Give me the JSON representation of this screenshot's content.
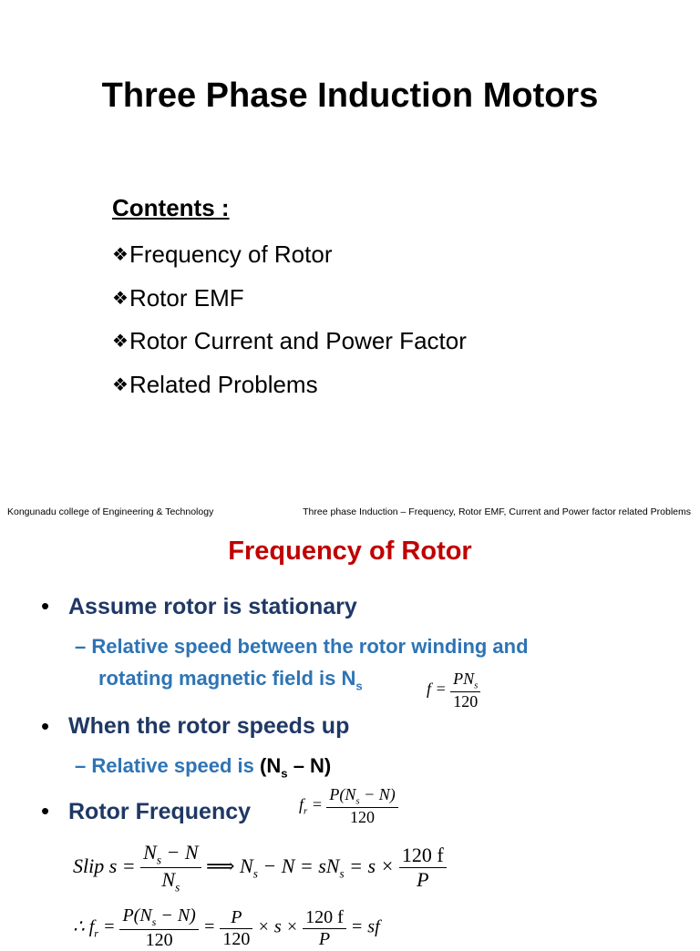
{
  "slide1": {
    "title": "Three Phase Induction Motors",
    "contents_heading": "Contents :",
    "items": [
      "Frequency of Rotor",
      "Rotor EMF",
      "Rotor Current and Power Factor",
      "Related Problems"
    ]
  },
  "footer": {
    "left": "Kongunadu college of Engineering & Technology",
    "right": "Three phase Induction – Frequency, Rotor EMF, Current and Power factor related Problems"
  },
  "slide2": {
    "title": "Frequency of Rotor",
    "bullet1": "Assume rotor is stationary",
    "sub1_line1": "Relative speed between the rotor winding and",
    "sub1_line2": "rotating magnetic field is N",
    "sub1_sub": "s",
    "bullet2": "When the rotor speeds up",
    "sub2_prefix": "Relative speed is ",
    "sub2_paren": "(N",
    "sub2_sub": "s",
    "sub2_end": " – N)",
    "bullet3": "Rotor Frequency"
  },
  "equations": {
    "f_lhs": "f =",
    "f_num": "PN",
    "f_num_sub": "s",
    "f_den": "120",
    "fr_lhs": "f",
    "fr_lhs_sub": "r",
    "fr_eq": "=",
    "fr_num": "P(N",
    "fr_num_sub": "s",
    "fr_num_end": " − N)",
    "fr_den": "120",
    "slip_lhs": "Slip s =",
    "slip_num": "N",
    "slip_num_sub": "s",
    "slip_num_end": " − N",
    "slip_den": "N",
    "slip_den_sub": "s",
    "slip_mid": " ⟹ N",
    "slip_mid_sub": "s",
    "slip_mid_end": " − N = sN",
    "slip_mid_sub2": "s",
    "slip_mid_end2": " = s ×",
    "slip_rhs_num": "120 f",
    "slip_rhs_den": "P",
    "last_lhs": "∴ f",
    "last_lhs_sub": "r",
    "last_eq": "=",
    "last_num1": "P(N",
    "last_num1_sub": "s",
    "last_num1_end": " − N)",
    "last_den1": "120",
    "last_eq2": "=",
    "last_num2": "P",
    "last_den2": "120",
    "last_mid": "× s ×",
    "last_num3": "120 f",
    "last_den3": "P",
    "last_end": "= sf"
  }
}
